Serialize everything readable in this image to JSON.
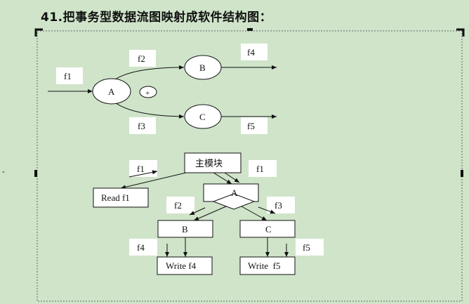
{
  "title": "41.把事务型数据流图映射成软件结构图：",
  "dfd": {
    "node_a": "A",
    "node_b": "B",
    "node_c": "C",
    "plus": "+",
    "flow_f1": "f1",
    "flow_f2": "f2",
    "flow_f3": "f3",
    "flow_f4": "f4",
    "flow_f5": "f5"
  },
  "structure": {
    "main_module": "主模块",
    "read_f1": "Read f1",
    "module_a": "A",
    "module_b": "B",
    "module_c": "C",
    "write_f4": "Write f4",
    "write_f5": "Write  f5",
    "label_f1_left": "f1",
    "label_f1_right": "f1",
    "label_f2": "f2",
    "label_f3": "f3",
    "label_f4": "f4",
    "label_f5": "f5"
  }
}
